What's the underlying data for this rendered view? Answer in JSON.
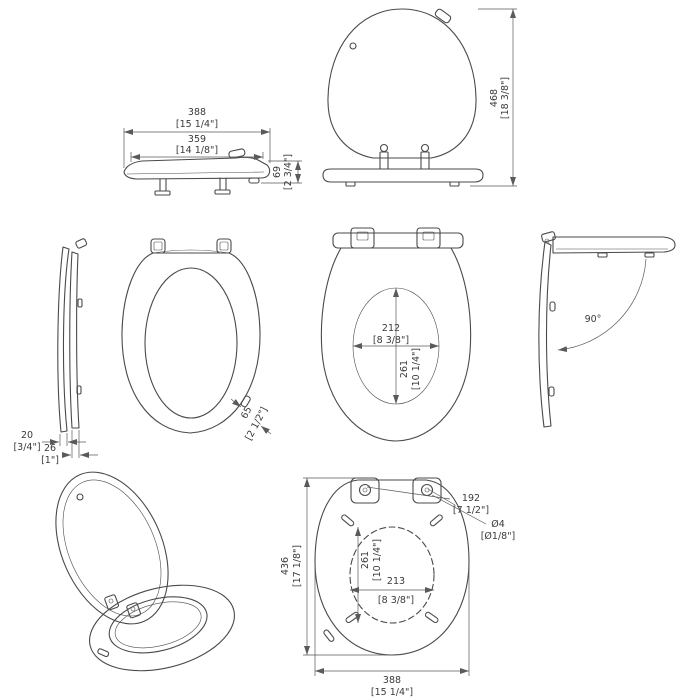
{
  "drawing": {
    "background": "#ffffff",
    "line_color": "#4a4a4a",
    "text_color": "#3a3a3a"
  },
  "views": {
    "side_closed": {
      "dim_overall_width_mm": "388",
      "dim_overall_width_in": "[15 1/4\"]",
      "dim_lid_width_mm": "359",
      "dim_lid_width_in": "[14 1/8\"]",
      "dim_height_mm": "69",
      "dim_height_in": "[2 3/4\"]"
    },
    "front_open": {
      "dim_height_mm": "468",
      "dim_height_in": "[18 3/8\"]"
    },
    "edge_profile": {
      "dim_lid_thickness_mm": "20",
      "dim_lid_thickness_in": "[3/4\"]",
      "dim_seat_thickness_mm": "26",
      "dim_seat_thickness_in": "[1\"]"
    },
    "seat_ring": {
      "dim_edge_height_mm": "65",
      "dim_edge_height_in": "[2 1/2\"]"
    },
    "top_closed": {
      "dim_opening_width_mm": "212",
      "dim_opening_width_in": "[8 3/8\"]",
      "dim_opening_length_mm": "261",
      "dim_opening_length_in": "[10 1/4\"]"
    },
    "open_angle": {
      "angle_label": "90°"
    },
    "bottom": {
      "dim_hinge_spacing_mm": "192",
      "dim_hinge_spacing_in": "[7 1/2\"]",
      "dim_hole_diameter_mm": "Ø4",
      "dim_hole_diameter_in": "[Ø1/8\"]",
      "dim_opening_length_mm": "261",
      "dim_opening_length_in": "[10 1/4\"]",
      "dim_opening_width_mm": "213",
      "dim_opening_width_in": "[8 3/8\"]",
      "dim_overall_length_mm": "436",
      "dim_overall_length_in": "[17 1/8\"]",
      "dim_overall_width_mm": "388",
      "dim_overall_width_in": "[15 1/4\"]"
    }
  }
}
